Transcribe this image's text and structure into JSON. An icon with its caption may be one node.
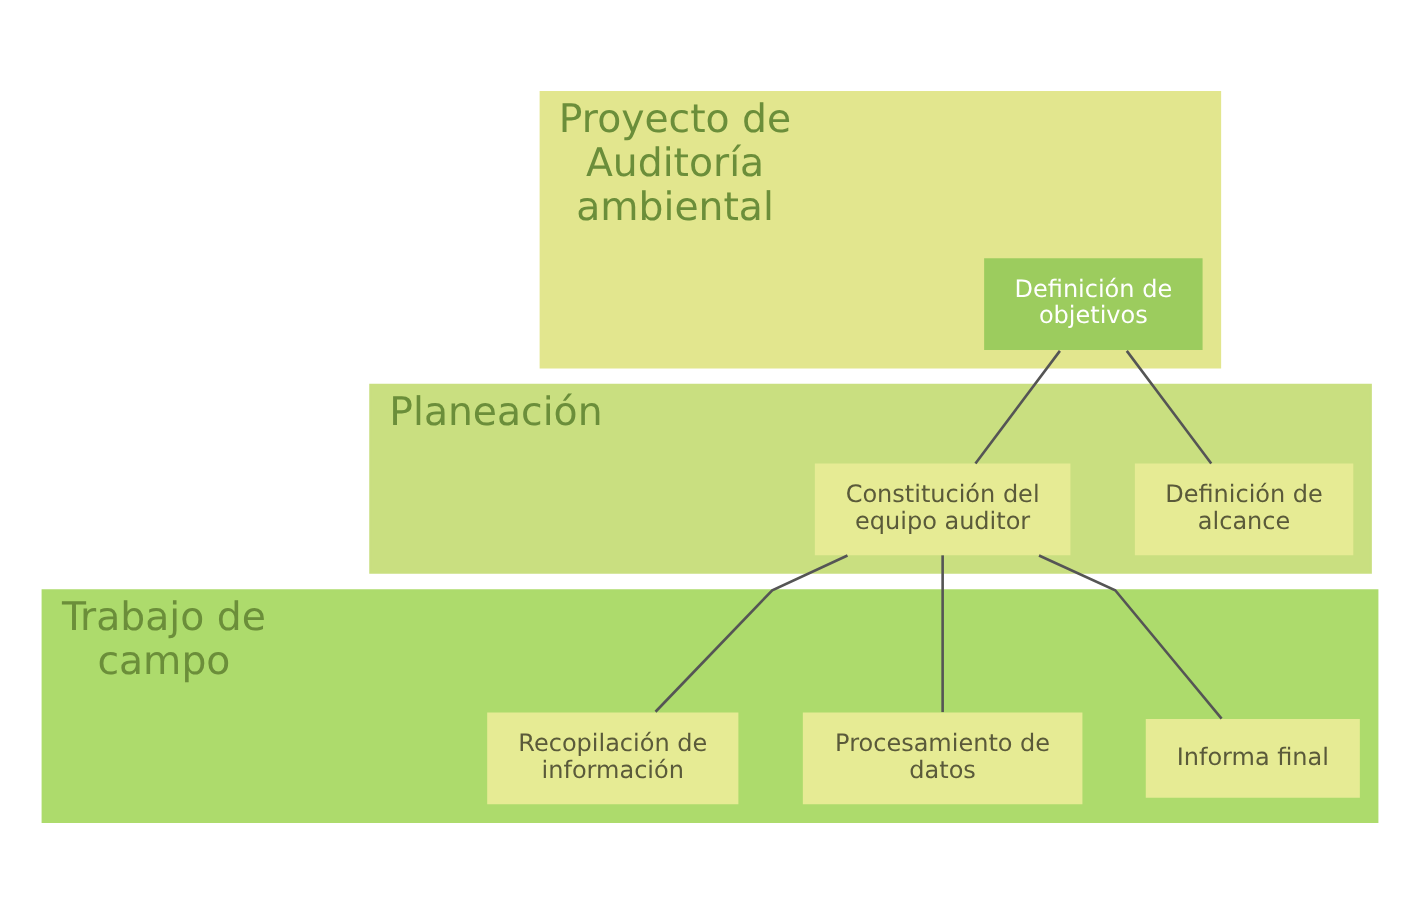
{
  "diagram": {
    "nodes": [
      {
        "text": [
          "Proyecto de Auditoría ambiental"
        ]
      },
      {
        "text": [
          "Definición de objetivos"
        ],
        "in": 0
      },
      {
        "text": [
          "Planeación"
        ]
      },
      {
        "text": [
          "Constitución del equipo auditor"
        ],
        "in": 2
      },
      {
        "text": [
          "Definición de alcance"
        ],
        "in": 2
      },
      {
        "text": [
          "Trabajo de campo"
        ]
      },
      {
        "text": [
          "Recopilación de información"
        ],
        "in": 5
      },
      {
        "text": [
          "Procesamiento de datos"
        ],
        "in": 5
      },
      {
        "text": [
          "Informa final"
        ],
        "in": 5
      }
    ],
    "edges": [
      {
        "from": 1,
        "to": 3,
        "arrow": "none"
      },
      {
        "from": 1,
        "to": 4,
        "arrow": "none"
      },
      {
        "from": 3,
        "to": 6,
        "arrow": "none"
      },
      {
        "from": 3,
        "to": 7,
        "arrow": "none"
      },
      {
        "from": 3,
        "to": 8,
        "arrow": "none"
      }
    ]
  }
}
